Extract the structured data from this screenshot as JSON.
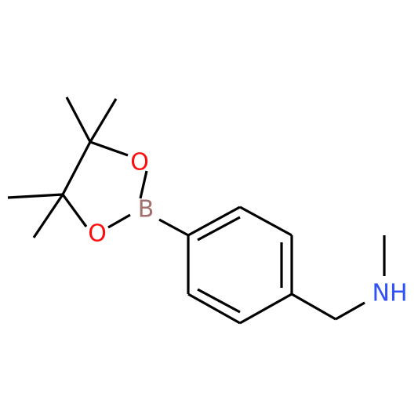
{
  "structure": {
    "atoms": {
      "B": {
        "symbol": "B",
        "color": "#a1706e"
      },
      "O1": {
        "symbol": "O",
        "color": "#ff0d0d"
      },
      "O2": {
        "symbol": "O",
        "color": "#ff0d0d"
      },
      "N": {
        "symbol": "NH",
        "color": "#3050f8"
      }
    },
    "bond_color": "#000000"
  }
}
